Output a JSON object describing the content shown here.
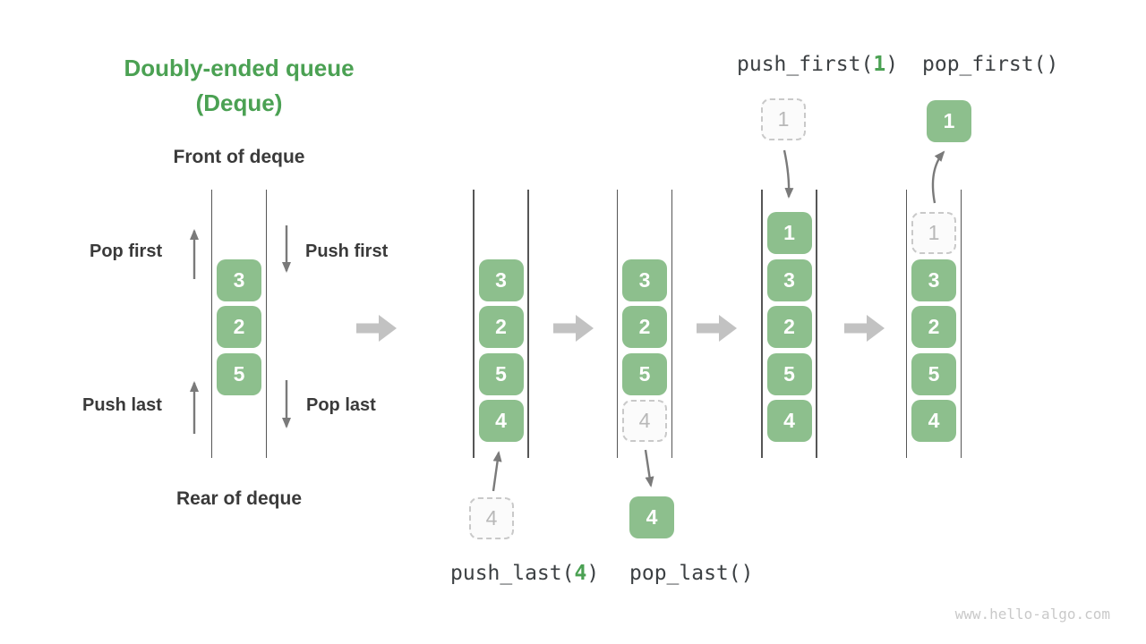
{
  "title": {
    "line1": "Doubly-ended queue",
    "line2": "(Deque)"
  },
  "deque_labels": {
    "front": "Front of deque",
    "rear": "Rear of deque"
  },
  "op_labels": {
    "pop_first": "Pop first",
    "push_first": "Push first",
    "push_last": "Push last",
    "pop_last": "Pop last"
  },
  "code_labels": {
    "push_first": {
      "prefix": "push_first(",
      "arg": "1",
      "suffix": ")"
    },
    "pop_first": "pop_first()",
    "push_last": {
      "prefix": "push_last(",
      "arg": "4",
      "suffix": ")"
    },
    "pop_last": "pop_last()"
  },
  "queues": [
    {
      "name": "deque-initial",
      "start_row": 1,
      "cells": [
        {
          "value": "3",
          "style": "solid"
        },
        {
          "value": "2",
          "style": "solid"
        },
        {
          "value": "5",
          "style": "solid"
        }
      ]
    },
    {
      "name": "deque-after-push-last",
      "start_row": 1,
      "cells": [
        {
          "value": "3",
          "style": "solid"
        },
        {
          "value": "2",
          "style": "solid"
        },
        {
          "value": "5",
          "style": "solid"
        },
        {
          "value": "4",
          "style": "solid"
        }
      ],
      "external": {
        "value": "4",
        "style": "dashed",
        "position": "below"
      }
    },
    {
      "name": "deque-after-pop-last",
      "start_row": 1,
      "cells": [
        {
          "value": "3",
          "style": "solid"
        },
        {
          "value": "2",
          "style": "solid"
        },
        {
          "value": "5",
          "style": "solid"
        },
        {
          "value": "4",
          "style": "dashed"
        }
      ],
      "external": {
        "value": "4",
        "style": "solid",
        "position": "below"
      }
    },
    {
      "name": "deque-after-push-first",
      "start_row": 0,
      "cells": [
        {
          "value": "1",
          "style": "solid"
        },
        {
          "value": "3",
          "style": "solid"
        },
        {
          "value": "2",
          "style": "solid"
        },
        {
          "value": "5",
          "style": "solid"
        },
        {
          "value": "4",
          "style": "solid"
        }
      ],
      "external": {
        "value": "1",
        "style": "dashed",
        "position": "above"
      }
    },
    {
      "name": "deque-after-pop-first",
      "start_row": 0,
      "cells": [
        {
          "value": "1",
          "style": "dashed"
        },
        {
          "value": "3",
          "style": "solid"
        },
        {
          "value": "2",
          "style": "solid"
        },
        {
          "value": "5",
          "style": "solid"
        },
        {
          "value": "4",
          "style": "solid"
        }
      ],
      "external": {
        "value": "1",
        "style": "solid",
        "position": "above"
      }
    }
  ],
  "icons": {
    "pop_first": "up-arrow",
    "push_first": "down-arrow",
    "push_last": "up-arrow",
    "pop_last": "down-arrow",
    "transition": "right-block-arrow"
  },
  "colors": {
    "accent_green": "#4ba153",
    "cell_green": "#8dbf8d",
    "cell_text": "#ffffff",
    "dashed_border": "#c9c9c9",
    "dashed_fill": "#fbfbfb",
    "dashed_text": "#b8b8b8",
    "dark_text": "#3a3a3a",
    "code_text": "#3c4043",
    "arrow_gray": "#7a7a7a",
    "block_arrow": "#c2c2c2",
    "line_color": "#565656",
    "watermark": "#c9c9c9"
  },
  "watermark": "www.hello-algo.com"
}
